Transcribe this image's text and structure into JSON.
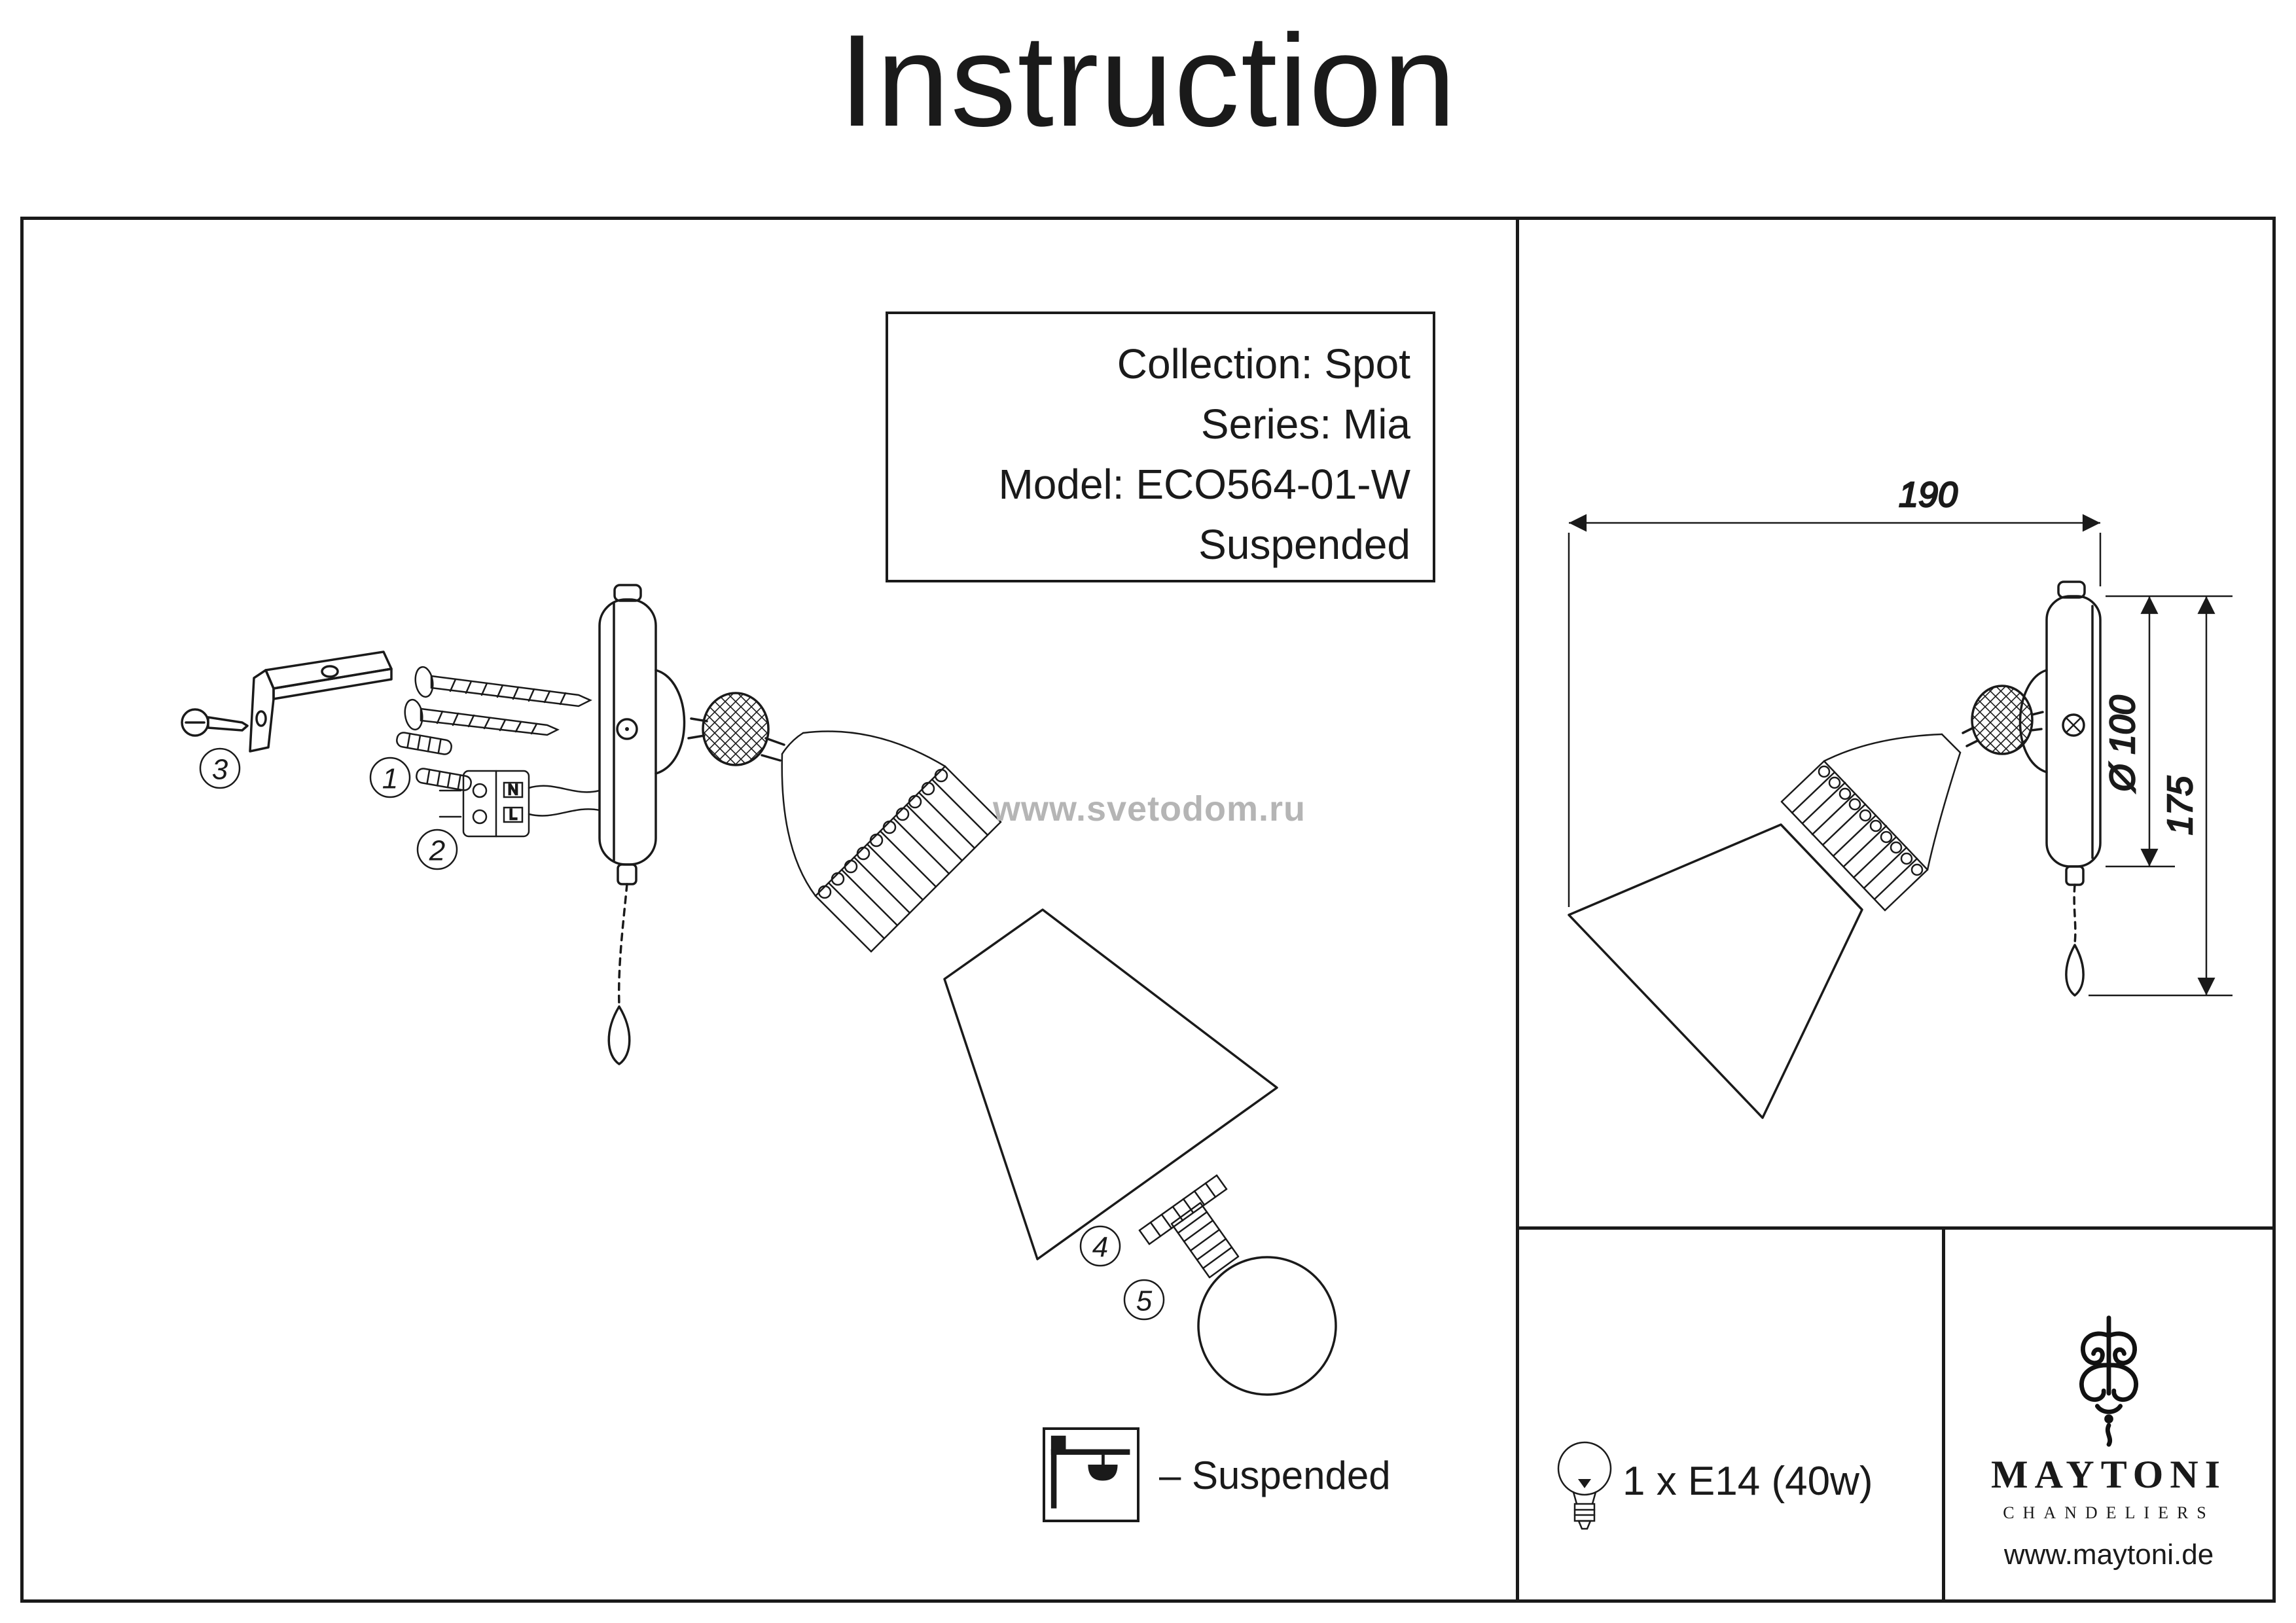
{
  "title": "Instruction",
  "product": {
    "lines": [
      "Collection: Spot",
      "Series: Mia",
      "Model: ECO564-01-W",
      "Suspended"
    ]
  },
  "watermark": "www.svetodom.ru",
  "parts": {
    "numbers": [
      "1",
      "2",
      "3",
      "4",
      "5"
    ],
    "terminal": [
      "N",
      "L"
    ]
  },
  "dimensions": {
    "depth": "190",
    "diameter": "Ø 100",
    "height": "175"
  },
  "mount": {
    "label": "– Suspended"
  },
  "lamp": {
    "spec": "1 x E14 (40w)"
  },
  "brand": {
    "name": "MAYTONI",
    "subtitle": "CHANDELIERS",
    "site": "www.maytoni.de"
  },
  "colors": {
    "ink": "#1a1a1a",
    "watermark": "#b5b5b5"
  }
}
